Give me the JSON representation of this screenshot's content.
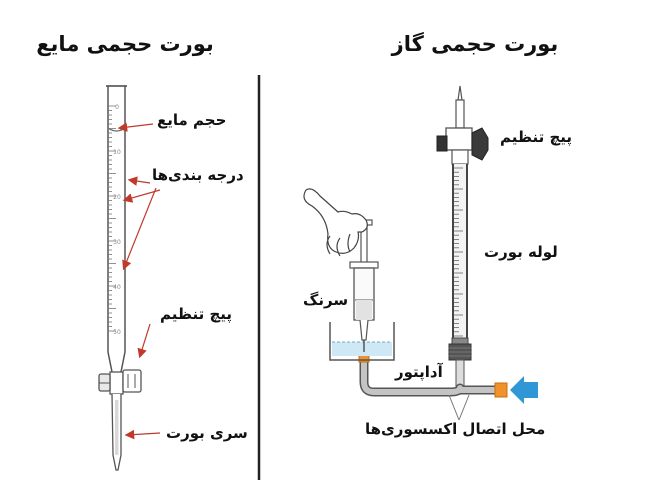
{
  "left_panel": {
    "title": "بورت حجمی مایع",
    "labels": {
      "liquid_volume": "حجم مایع",
      "graduations": "درجه بندی‌ها",
      "stopcock": "پیچ تنظیم",
      "burette_tip": "سری بورت"
    },
    "scale_numbers": [
      "0",
      "10",
      "20",
      "30",
      "40",
      "50"
    ]
  },
  "right_panel": {
    "title": "بورت حجمی گاز",
    "labels": {
      "stopcock": "پیچ تنظیم",
      "burette_tube": "لوله بورت",
      "syringe": "سرنگ",
      "adapter": "آداپتور",
      "accessory_connection": "محل اتصال اکسسوری‌ها"
    }
  },
  "colors": {
    "line": "#333333",
    "label_arrow": "#c0392b",
    "connector": "#f0922b",
    "inlet_arrow": "#2f97d6",
    "water": "#cfe8f5",
    "tube_gray": "#bdbdbd",
    "divider": "#222222"
  }
}
